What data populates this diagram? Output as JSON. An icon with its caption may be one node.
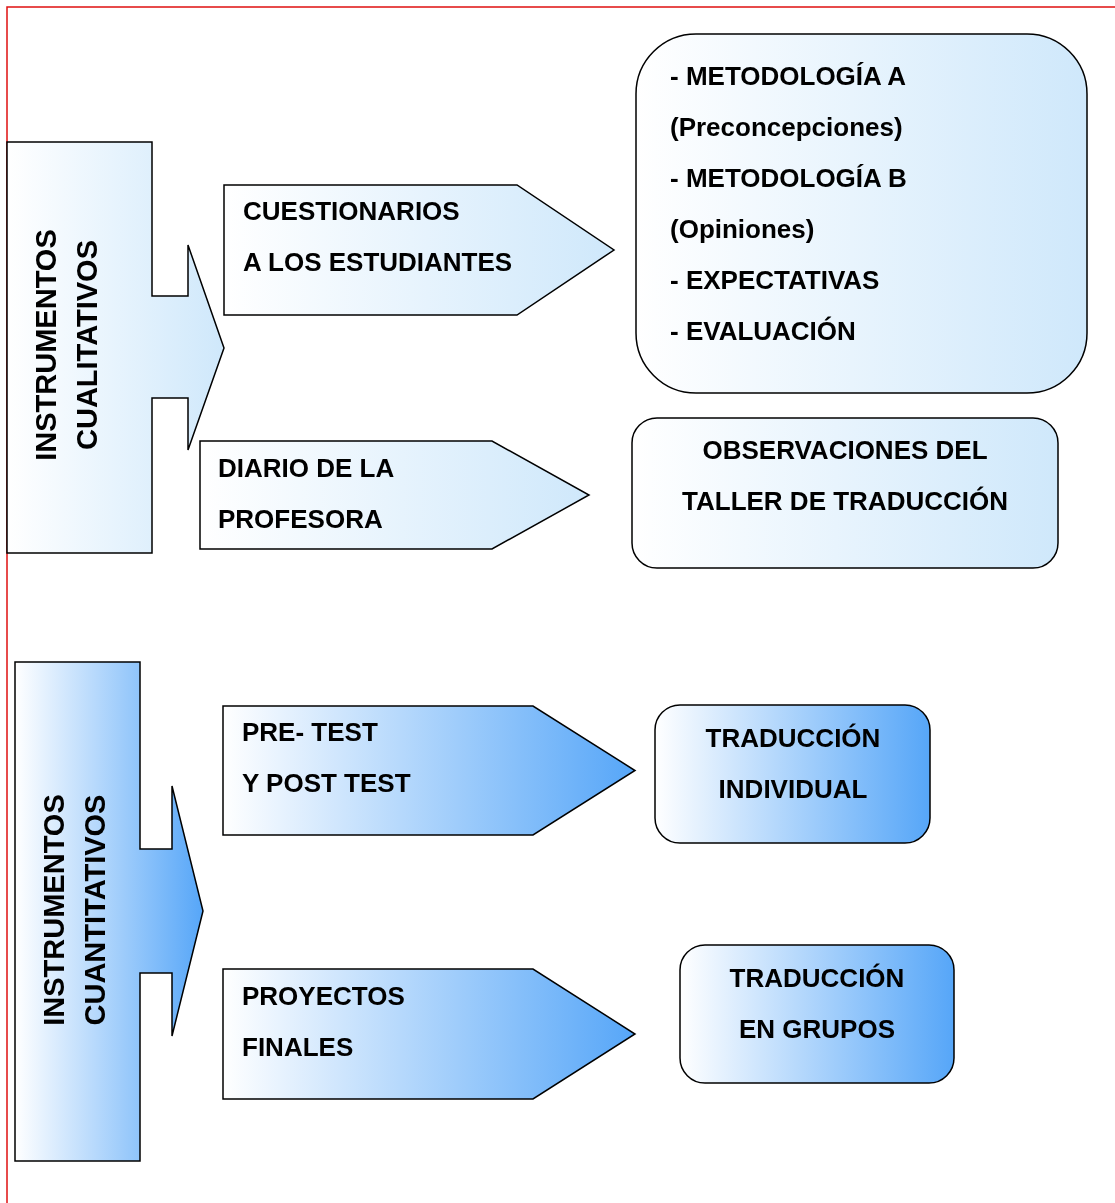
{
  "diagram": {
    "nodes": [
      {
        "text": [
          "INSTRUMENTOS CUALITATIVOS"
        ]
      },
      {
        "text": [
          "CUESTIONARIOS",
          "A LOS ESTUDIANTES"
        ]
      },
      {
        "text": [
          "- METODOLOGÍA A (Preconcepciones)",
          "- METODOLOGÍA B (Opiniones)",
          "- EXPECTATIVAS",
          "- EVALUACIÓN"
        ]
      },
      {
        "text": [
          "DIARIO DE LA PROFESORA"
        ]
      },
      {
        "text": [
          "OBSERVACIONES DEL TALLER DE TRADUCCIÓN"
        ]
      },
      {
        "text": [
          "INSTRUMENTOS CUANTITATIVOS"
        ]
      },
      {
        "text": [
          "PRE- TEST",
          "Y POST TEST"
        ]
      },
      {
        "text": [
          "TRADUCCIÓN INDIVIDUAL"
        ]
      },
      {
        "text": [
          "PROYECTOS FINALES"
        ]
      },
      {
        "text": [
          "TRADUCCIÓN EN GRUPOS"
        ]
      }
    ]
  }
}
